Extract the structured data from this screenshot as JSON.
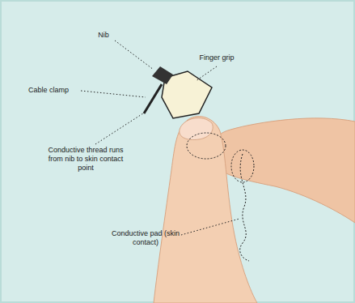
{
  "diagram": {
    "labels": [
      "Nib",
      "Finger grip",
      "Cable clamp",
      "Conductive thread runs from nib to skin contact point",
      "Conductive pad (skin contact)"
    ]
  }
}
